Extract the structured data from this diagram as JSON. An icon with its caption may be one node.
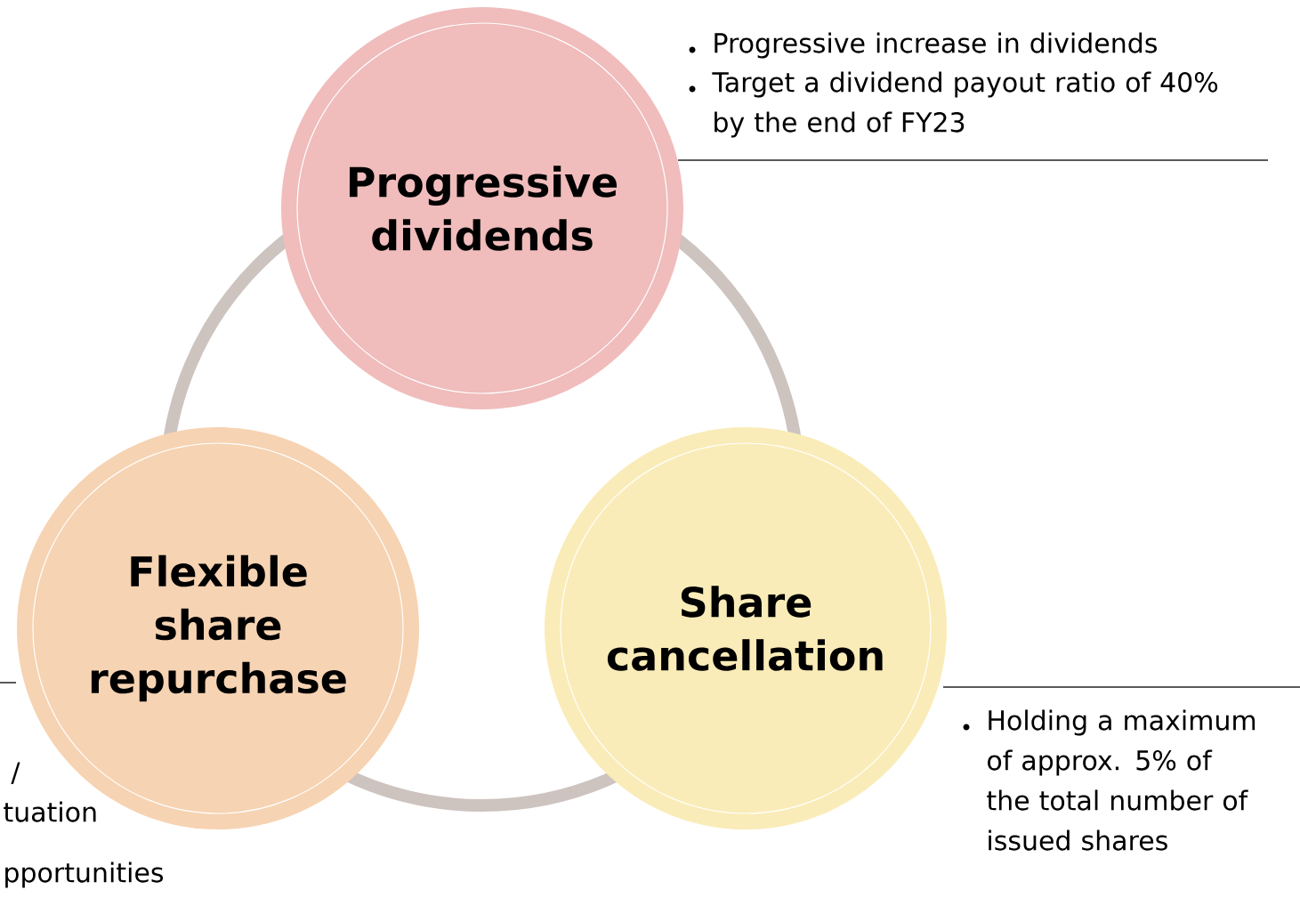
{
  "diagram": {
    "nodes": [
      {
        "text": [
          "Progressive dividends"
        ],
        "beside": [
          "Progressive increase in dividends",
          "Target a dividend payout ratio of 40% by the end of FY23"
        ]
      },
      {
        "text": [
          "Flexible share repurchase"
        ]
      },
      {
        "text": [
          "Share cancellation"
        ],
        "beside": [
          "Holding a maximum of approx. 5% of the total number of issued shares"
        ]
      }
    ],
    "labels": [
      "/",
      "tuation",
      "pportunities"
    ]
  }
}
